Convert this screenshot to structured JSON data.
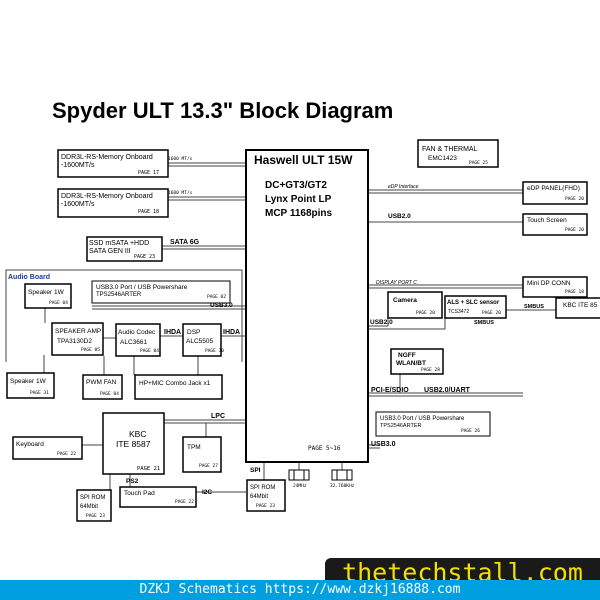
{
  "title": "Spyder ULT 13.3\" Block Diagram",
  "cpu": {
    "name": "Haswell ULT 15W",
    "line1": "DC+GT3/GT2",
    "line2": "Lynx Point LP",
    "line3": "MCP 1168pins",
    "page": "PAGE 5~16"
  },
  "blocks": {
    "ddr1": {
      "line1": "DDR3L-RS-Memory Onboard",
      "line2": "-1600MT/s",
      "page": "PAGE 17"
    },
    "ddr2": {
      "line1": "DDR3L-RS-Memory Onboard",
      "line2": "-1600MT/s",
      "page": "PAGE 18"
    },
    "ssd": {
      "line1": "SSD mSATA +HDD",
      "line2": "SATA GEN III",
      "page": "PAGE 23"
    },
    "fan": {
      "line1": "FAN & THERMAL",
      "line2": "EMC1423",
      "page": "PAGE 25"
    },
    "edp": {
      "line1": "eDP PANEL(FHD)",
      "page": "PAGE 20"
    },
    "touchscreen": {
      "line1": "Touch Screen",
      "page": "PAGE 20"
    },
    "minidp": {
      "line1": "Mini DP CONN",
      "page": "PAGE 18"
    },
    "camera": {
      "line1": "Camera",
      "page": "PAGE 20"
    },
    "als": {
      "line1": "ALS + SLC sensor",
      "line2": "TCS3472",
      "page": "PAGE 20"
    },
    "kbc_right": {
      "line1": "KBC ITE 85"
    },
    "usb3_top": {
      "line1": "USB3.0 Port / USB Powershare",
      "line2": "TPS2546ARTER",
      "page": "PAGE 02"
    },
    "speaker_top": {
      "line1": "Speaker 1W",
      "page": "PAGE 04"
    },
    "speaker_amp": {
      "line1": "SPEAKER AMP",
      "line2": "TPA3130D2",
      "page": "PAGE 05"
    },
    "audio_codec": {
      "line1": "Audio Codec",
      "line2": "ALC3661",
      "page": "PAGE 04"
    },
    "dsp": {
      "line1": "DSP",
      "line2": "ALC5505",
      "page": "PAGE 30"
    },
    "speaker_bot": {
      "line1": "Speaker 1W",
      "page": "PAGE 31"
    },
    "pwm_fan": {
      "line1": "PWM FAN",
      "page": "PAGE 04"
    },
    "combo_jack": {
      "line1": "HP+MIC Combo Jack x1"
    },
    "ngff": {
      "line1": "NGFF",
      "line2": "WLAN/BT",
      "page": "PAGE 28"
    },
    "usb3_bot": {
      "line1": "USB3.0 Port / USB Powershare",
      "line2": "TPS2546ARTER",
      "page": "PAGE 26"
    },
    "keyboard": {
      "line1": "Keyboard",
      "page": "PAGE 22"
    },
    "kbc": {
      "line1": "KBC",
      "line2": "ITE 8587",
      "page": "PAGE 21"
    },
    "tpm": {
      "line1": "TPM",
      "page": "PAGE 27"
    },
    "spi_left": {
      "line1": "SPI ROM",
      "line2": "64Mbit",
      "page": "PAGE 23"
    },
    "touchpad": {
      "line1": "Touch Pad",
      "page": "PAGE 22"
    },
    "spi_mid": {
      "line1": "SPI ROM",
      "line2": "64Mbit",
      "page": "PAGE 23"
    }
  },
  "labels": {
    "audio_board": "Audio Board",
    "ddr_speed1": "1600 MT/s",
    "ddr_speed2": "1600 MT/s",
    "sata": "SATA 6G",
    "edp_interface": "eDP Interface",
    "usb20_right": "USB2.0",
    "display_port": "DISPLAY PORT C",
    "smbus_right": "SMBUS",
    "usb30_top": "USB3.0",
    "usb20_left": "USB2.0",
    "smbus_mid": "SMBUS",
    "ihda_left": "IHDA",
    "ihda_right": "IHDA",
    "pcie": "PCI-E/SDIO",
    "usb20_uart": "USB2.0/UART",
    "usb30_bot": "USB3.0",
    "lpc": "LPC",
    "ps2": "PS2",
    "i2c": "I2C",
    "spi": "SPI",
    "xtal1": "24MHz",
    "xtal2": "32.768KHz"
  },
  "footer": "DZKJ Schematics https://www.dzkj16888.com",
  "watermark": "thetechstall.com",
  "colors": {
    "box_border": "#000000",
    "line": "#444444",
    "audio_board_label": "#1a3aa8",
    "footer_bg": "#00a0e0",
    "watermark_text": "#f2e000"
  }
}
